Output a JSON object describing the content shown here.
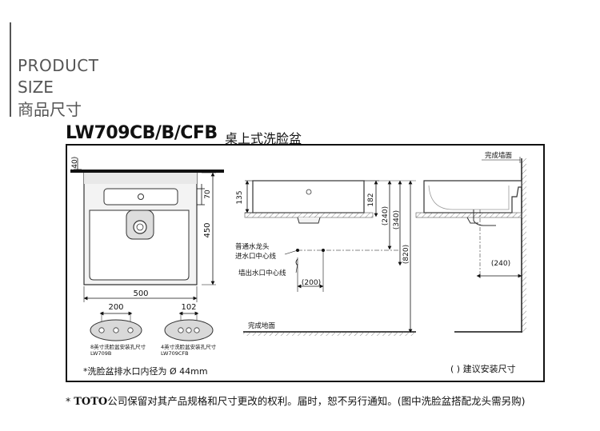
{
  "header": {
    "line1": "PRODUCT",
    "line2": "SIZE",
    "line3": "商品尺寸"
  },
  "model": {
    "code": "LW709CB/B/CFB",
    "name": "桌上式洗脸盆"
  },
  "dimensions": {
    "top_thickness": "(40)",
    "tap_deck": "70",
    "depth": "450",
    "width": "500",
    "side_height": "135",
    "rim_to_center": "182",
    "tap_to_floor_a": "(240)",
    "tap_to_floor_b": "(340)",
    "counter_height": "(820)",
    "wall_drain_offset": "(200)",
    "right_drain_offset": "(240)"
  },
  "labels": {
    "wall_finish": "完成墙面",
    "floor_finish": "完成地面",
    "tap_centerline": [
      "普通水龙头",
      "进水口中心线"
    ],
    "wall_drain_centerline": "墙出水口中心线",
    "install_note": "( ) 建议安装尺寸",
    "drain_diameter": "*洗脸盆排水口内径为 Ø 44mm"
  },
  "tap_holes": {
    "left": {
      "spacing": "200",
      "caption": "8英寸洗脸盆安装孔尺寸",
      "model": "LW709B"
    },
    "right": {
      "spacing": "102",
      "caption": "4英寸洗脸盆安装孔尺寸",
      "model": "LW709CFB"
    }
  },
  "footer": {
    "star": "*",
    "brand": "TOTO",
    "text": "公司保留对其产品规格和尺寸更改的权利。届时，恕不另行通知。(图中洗脸盆搭配龙头需另购)"
  }
}
